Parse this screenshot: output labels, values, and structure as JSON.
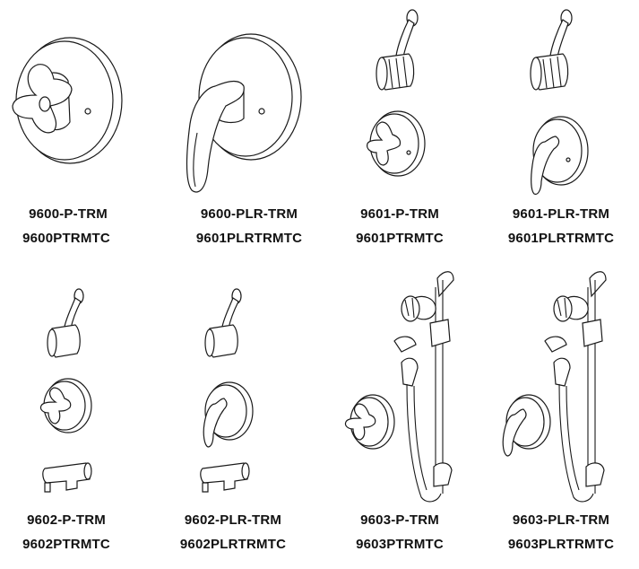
{
  "products": [
    {
      "model": "9600-P-TRM",
      "code": "9600PTRMTC",
      "handle": "cross",
      "components": [
        "valve-trim"
      ]
    },
    {
      "model": "9600-PLR-TRM",
      "code": "9601PLRTRMTC",
      "handle": "lever",
      "components": [
        "valve-trim"
      ]
    },
    {
      "model": "9601-P-TRM",
      "code": "9601PTRMTC",
      "handle": "cross",
      "components": [
        "showerhead",
        "valve-trim"
      ]
    },
    {
      "model": "9601-PLR-TRM",
      "code": "9601PLRTRMTC",
      "handle": "lever",
      "components": [
        "showerhead",
        "valve-trim"
      ]
    },
    {
      "model": "9602-P-TRM",
      "code": "9602PTRMTC",
      "handle": "cross",
      "components": [
        "showerhead",
        "valve-trim",
        "tub-spout"
      ]
    },
    {
      "model": "9602-PLR-TRM",
      "code": "9602PLRTRMTC",
      "handle": "lever",
      "components": [
        "showerhead",
        "valve-trim",
        "tub-spout"
      ]
    },
    {
      "model": "9603-P-TRM",
      "code": "9603PTRMTC",
      "handle": "cross",
      "components": [
        "hand-shower",
        "valve-trim"
      ]
    },
    {
      "model": "9603-PLR-TRM",
      "code": "9603PLRTRMTC",
      "handle": "lever",
      "components": [
        "hand-shower",
        "valve-trim"
      ]
    }
  ]
}
